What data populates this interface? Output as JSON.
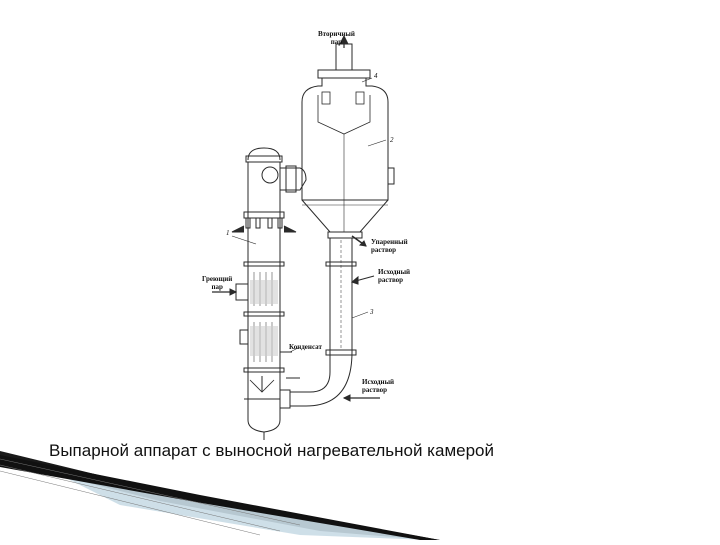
{
  "diagram": {
    "labels": {
      "vapor_out": "Вторичный\nпар",
      "heating_steam": "Греющий\nпар",
      "concentrated": "Упаренный\nраствор",
      "feed_upper": "Исходный\nраствор",
      "condensate": "Конденсат",
      "feed_lower": "Исходный\nраствор"
    },
    "numbers": {
      "n1": "1",
      "n2": "2",
      "n3": "3",
      "n4": "4"
    }
  },
  "caption": "Выпарной аппарат с выносной нагревательной камерой",
  "colors": {
    "line": "#2a2a2a",
    "swoosh_dark": "#1a1a1a",
    "swoosh_light": "#c9dbe6"
  }
}
